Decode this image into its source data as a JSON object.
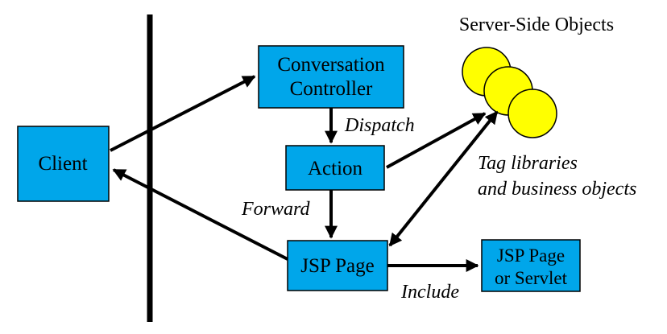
{
  "heading": "Server-Side Objects",
  "colors": {
    "box_fill": "#00A6EA",
    "object_fill": "#FFFF00",
    "line": "#000000"
  },
  "nodes": {
    "client": "Client",
    "controller": [
      "Conversation",
      "Controller"
    ],
    "action": "Action",
    "jsp_page": "JSP Page",
    "jsp_or_servlet": [
      "JSP Page",
      "or Servlet"
    ]
  },
  "edges": {
    "dispatch": "Dispatch",
    "forward": "Forward",
    "include": "Include",
    "tag_libraries": [
      "Tag libraries",
      "and business objects"
    ]
  }
}
